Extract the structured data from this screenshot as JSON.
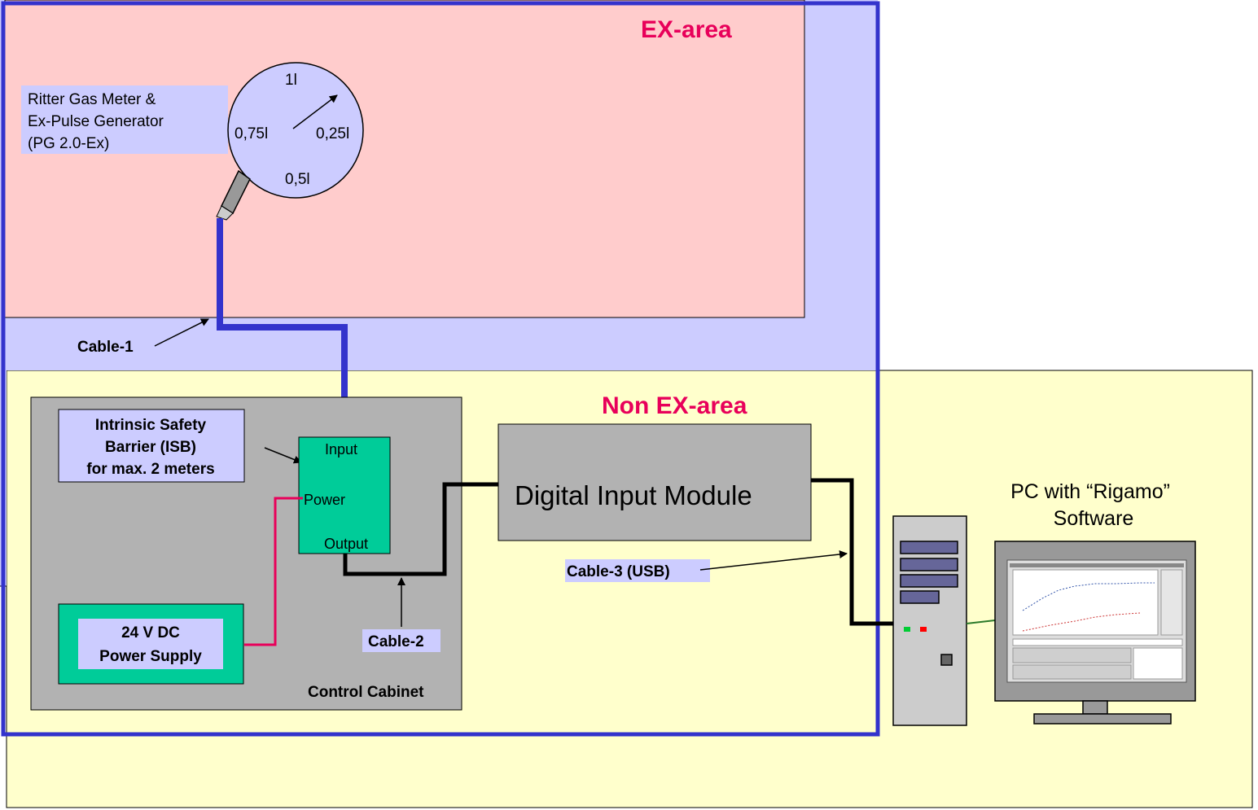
{
  "areas": {
    "ex_title": "EX-area",
    "non_ex_title": "Non EX-area",
    "title_color": "#e8005a"
  },
  "gas_meter": {
    "label_lines": [
      "Ritter Gas Meter &",
      "Ex-Pulse Generator",
      "(PG 2.0-Ex)"
    ],
    "dial_top": "1l",
    "dial_left": "0,75l",
    "dial_right": "0,25l",
    "dial_bottom": "0,5l"
  },
  "cables": {
    "cable1": "Cable-1",
    "cable2": "Cable-2",
    "cable3": "Cable-3 (USB)"
  },
  "isb": {
    "label_lines": [
      "Intrinsic Safety",
      "Barrier (ISB)",
      "for max. 2 meters"
    ],
    "input": "Input",
    "power": "Power",
    "output": "Output"
  },
  "power_supply": {
    "label_lines": [
      "24 V DC",
      "Power Supply"
    ]
  },
  "control_cabinet": "Control Cabinet",
  "digital_input_module": "Digital Input Module",
  "pc": {
    "label_lines": [
      "PC with “Rigamo”",
      "Software"
    ]
  },
  "colors": {
    "ex_outer": "#ccccff",
    "ex_inner": "#ffcccc",
    "non_ex": "#ffffcc",
    "cabinet": "#b2b2b2",
    "isb_box": "#00cc99",
    "blue_cable": "#3333cc",
    "power_wire": "#e8005a",
    "label_box": "#ccccff"
  },
  "icons": [
    "arrow-icon",
    "dial-needle-icon",
    "pulse-sensor-icon",
    "pc-tower-icon",
    "monitor-icon"
  ]
}
